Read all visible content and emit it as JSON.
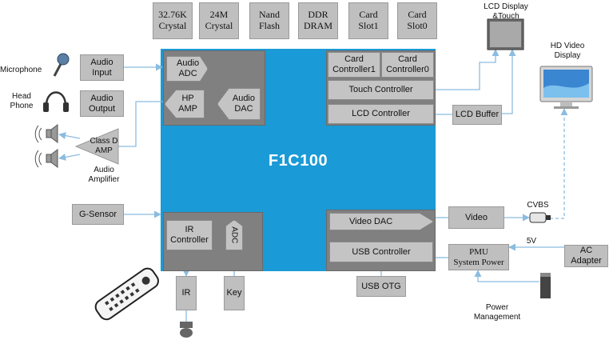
{
  "chip": {
    "name": "F1C100"
  },
  "top_peripherals": [
    "32.76K\nCrystal",
    "24M\nCrystal",
    "Nand\nFlash",
    "DDR\nDRAM",
    "Card\nSlot1",
    "Card\nSlot0"
  ],
  "left": {
    "microphone": "Microphone",
    "headphone": "Head\nPhone",
    "audio_input": "Audio\nInput",
    "audio_output": "Audio\nOutput",
    "class_d_amp": "Class D\nAMP",
    "audio_amplifier": "Audio\nAmplifier",
    "g_sensor": "G-Sensor"
  },
  "audio_block": {
    "adc": "Audio\nADC",
    "hp_amp": "HP\nAMP",
    "dac": "Audio\nDAC"
  },
  "display_block": {
    "card_controller1": "Card\nController1",
    "card_controller0": "Card\nController0",
    "touch_controller": "Touch Controller",
    "lcd_controller": "LCD Controller"
  },
  "ir_block": {
    "ir_controller": "IR\nController",
    "adc": "ADC"
  },
  "video_usb_block": {
    "video_dac": "Video DAC",
    "usb_controller": "USB Controller"
  },
  "bottom": {
    "ir": "IR",
    "key": "Key",
    "usb_otg": "USB OTG"
  },
  "right": {
    "lcd_display": "LCD Display\n&Touch",
    "hd_video": "HD Video\nDisplay",
    "lcd_buffer": "LCD Buffer",
    "video": "Video",
    "cvbs": "CVBS",
    "pmu": "PMU\nSystem Power",
    "voltage": "5V",
    "ac_adapter": "AC\nAdapter",
    "power_management": "Power\nManagement"
  },
  "colors": {
    "chip_blue": "#1a9ad6",
    "panel_gray": "#808080",
    "box_gray": "#bfbfbf",
    "arrow_blue": "#8bbce0"
  }
}
